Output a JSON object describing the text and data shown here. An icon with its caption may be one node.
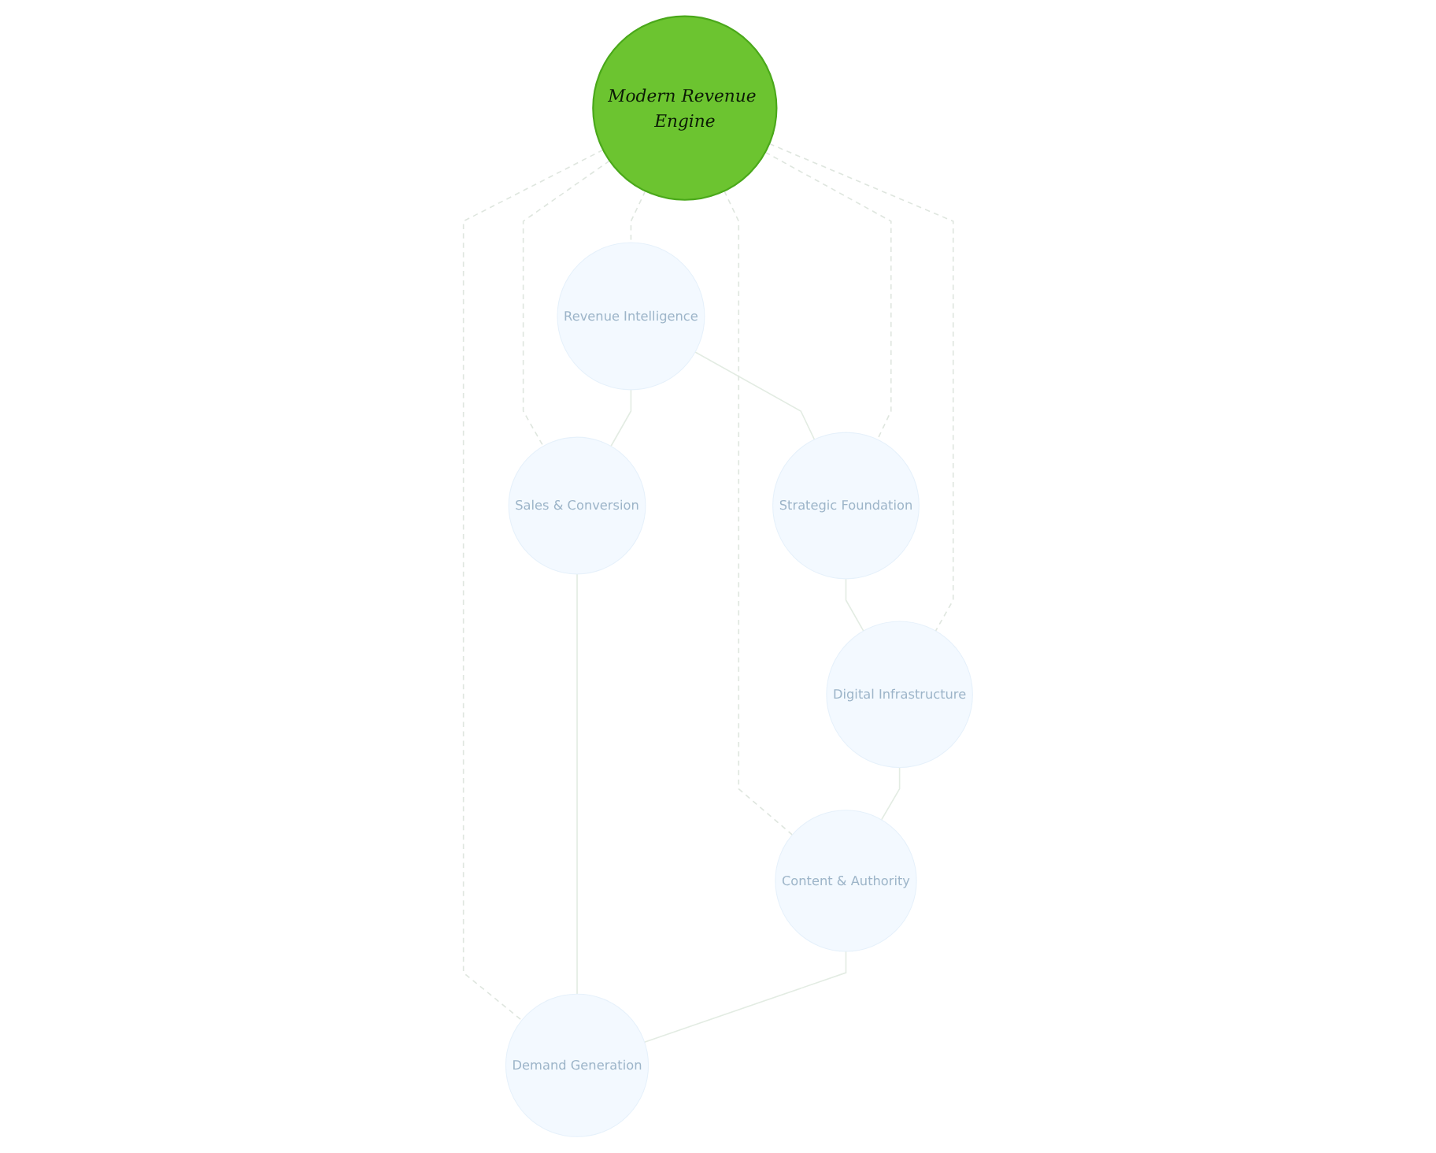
{
  "diagram": {
    "nodes": [
      {
        "text": [
          "Modern Revenue Engine"
        ]
      },
      {
        "text": [
          "Strategic Foundation"
        ]
      },
      {
        "text": [
          "Revenue Intelligence"
        ]
      },
      {
        "text": [
          "Digital Infrastructure"
        ]
      },
      {
        "text": [
          "Sales & Conversion"
        ]
      },
      {
        "text": [
          "Content & Authority"
        ]
      },
      {
        "text": [
          "Demand Generation"
        ]
      }
    ],
    "edges": [
      {
        "from": 1,
        "to": 3,
        "arrow": "none"
      },
      {
        "from": 2,
        "to": 1,
        "arrow": "none"
      },
      {
        "from": 0,
        "to": 1,
        "arrow": "none",
        "style": "dashed"
      },
      {
        "from": 0,
        "to": 2,
        "arrow": "none",
        "style": "dashed"
      },
      {
        "from": 0,
        "to": 3,
        "arrow": "none",
        "style": "dashed"
      },
      {
        "from": 0,
        "to": 4,
        "arrow": "none",
        "style": "dashed"
      },
      {
        "from": 0,
        "to": 5,
        "arrow": "none",
        "style": "dashed"
      },
      {
        "from": 0,
        "to": 6,
        "arrow": "none",
        "style": "dashed"
      },
      {
        "from": 3,
        "to": 5,
        "arrow": "none"
      },
      {
        "from": 2,
        "to": 4,
        "arrow": "none"
      },
      {
        "from": 4,
        "to": 6,
        "arrow": "none"
      },
      {
        "from": 5,
        "to": 6,
        "arrow": "none"
      }
    ]
  }
}
